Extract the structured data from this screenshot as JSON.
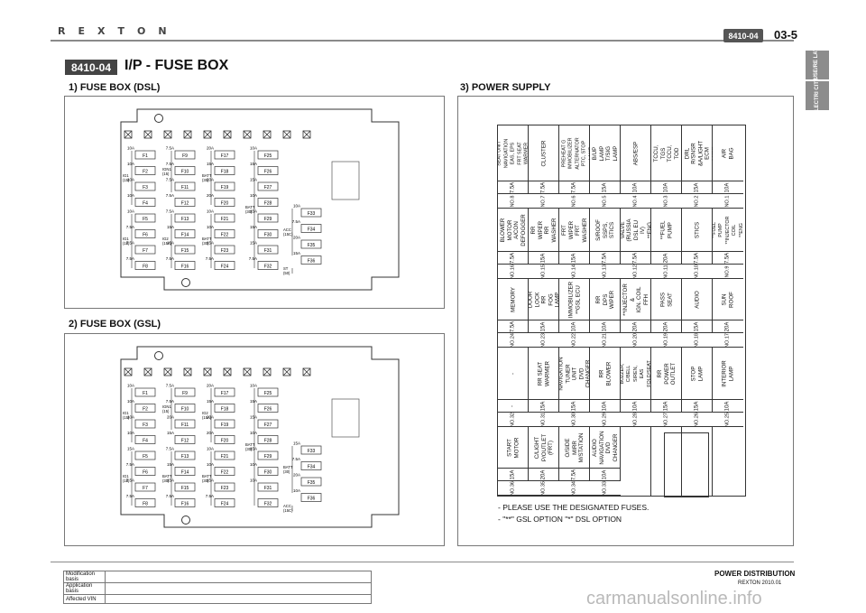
{
  "header": {
    "logo": "REXTON",
    "code_badge": "8410-04",
    "page_number": "03-5"
  },
  "side_tabs": [
    {
      "label": "FUSE/RE LAY"
    },
    {
      "label": "ELECTRI CITY"
    }
  ],
  "section": {
    "badge": "8410-04",
    "title": "I/P - FUSE BOX"
  },
  "fuse_box_dsl": {
    "heading": "1) FUSE BOX (DSL)",
    "col1": [
      [
        "10A",
        "F1"
      ],
      [
        "10A",
        "F2"
      ],
      [
        "10A",
        "F3"
      ],
      [
        "10A",
        "F4"
      ],
      [
        "10A",
        "F5"
      ],
      [
        "7.5A",
        "F6"
      ],
      [
        "7.5A",
        "F7"
      ],
      [
        "7.5A",
        "F8"
      ]
    ],
    "col2": [
      [
        "7.5A",
        "F9"
      ],
      [
        "7.5A",
        "F10"
      ],
      [
        "7.5A",
        "F11"
      ],
      [
        "7.5A",
        "F12"
      ],
      [
        "7.5A",
        "F13"
      ],
      [
        "15A",
        "F14"
      ],
      [
        "15A",
        "F15"
      ],
      [
        "7.5A",
        "F16"
      ]
    ],
    "col3": [
      [
        "20A",
        "F17"
      ],
      [
        "15A",
        "F18"
      ],
      [
        "20A",
        "F19"
      ],
      [
        "20A",
        "F20"
      ],
      [
        "10A",
        "F21"
      ],
      [
        "10A",
        "F22"
      ],
      [
        "15A",
        "F23"
      ],
      [
        "7.5A",
        "F24"
      ]
    ],
    "col4": [
      [
        "10A",
        "F25"
      ],
      [
        "15A",
        "F26"
      ],
      [
        "15A",
        "F27"
      ],
      [
        "10A",
        "F28"
      ],
      [
        "15A",
        "F29"
      ],
      [
        "15A",
        "F30"
      ],
      [
        "15A",
        "F31"
      ],
      [
        "7.5A",
        "F32"
      ]
    ],
    "col5": [
      [
        "10A",
        "F33"
      ],
      [
        "7.5A",
        "F34"
      ],
      [
        "20A",
        "F35"
      ],
      [
        "15A",
        "F36"
      ]
    ],
    "groups": [
      "IG1 (15)",
      "IG1 (15)",
      "IGN1 (15)",
      "IG2 (15A)",
      "BATT (30)",
      "BATT (30)",
      "BATT (30)",
      "ACC (15C)",
      "ST (50)"
    ]
  },
  "fuse_box_gsl": {
    "heading": "2) FUSE BOX (GSL)",
    "col1": [
      [
        "10A",
        "F1"
      ],
      [
        "10A",
        "F2"
      ],
      [
        "10A",
        "F3"
      ],
      [
        "10A",
        "F4"
      ],
      [
        "15A",
        "F5"
      ],
      [
        "7.5A",
        "F6"
      ],
      [
        "7.5A",
        "F7"
      ],
      [
        "7.5A",
        "F8"
      ]
    ],
    "col2": [
      [
        "7.5A",
        "F9"
      ],
      [
        "7.5A",
        "F10"
      ],
      [
        "20A",
        "F11"
      ],
      [
        "15A",
        "F12"
      ],
      [
        "7.5A",
        "F13"
      ],
      [
        "15A",
        "F14"
      ],
      [
        "15A",
        "F15"
      ],
      [
        "7.5A",
        "F16"
      ]
    ],
    "col3": [
      [
        "20A",
        "F17"
      ],
      [
        "15A",
        "F18"
      ],
      [
        "20A",
        "F19"
      ],
      [
        "20A",
        "F20"
      ],
      [
        "10A",
        "F21"
      ],
      [
        "10A",
        "F22"
      ],
      [
        "15A",
        "F23"
      ],
      [
        "7.5A",
        "F24"
      ]
    ],
    "col4": [
      [
        "10A",
        "F25"
      ],
      [
        "15A",
        "F26"
      ],
      [
        "15A",
        "F27"
      ],
      [
        "10A",
        "F28"
      ],
      [
        "15A",
        "F29"
      ],
      [
        "10A",
        "F30"
      ],
      [
        "10A",
        "F31"
      ],
      [
        "",
        "F32"
      ]
    ],
    "col5": [
      [
        "15A",
        "F33"
      ],
      [
        "7.5A",
        "F34"
      ],
      [
        "20A",
        "F35"
      ],
      [
        "10A",
        "F36"
      ]
    ],
    "groups": [
      "IG1 (15)",
      "IG1 (15)",
      "IGN1 (15)",
      "BATT (30)",
      "IG2 (15A)",
      "BATT (30)",
      "BATT (30)",
      "BATT (30)",
      "ACC (15C)",
      "ST (50)"
    ]
  },
  "power_supply": {
    "heading": "3) POWER SUPPLY",
    "columns": [
      [
        {
          "code": "NO.8",
          "amp": "7.5A",
          "load": "SEAT UNIT\nNAVIGATION\nEAS, EPS\nFRT SEAT WARMER"
        },
        {
          "code": "NO.16",
          "amp": "7.5A",
          "load": "BLOWER MOTOR\nA/CON\nDEFOGGER"
        },
        {
          "code": "NO.24",
          "amp": "7.5A",
          "load": "MEMORY"
        },
        {
          "code": "NO.32",
          "amp": "-",
          "load": "-"
        },
        {
          "code": "NO.36",
          "amp": "15A",
          "load": "START MOTOR"
        }
      ],
      [
        {
          "code": "NO.7",
          "amp": "7.5A",
          "load": "CLUSTER"
        },
        {
          "code": "NO.15",
          "amp": "15A",
          "load": "RR WIPER\nRR WASHER"
        },
        {
          "code": "NO.23",
          "amp": "15A",
          "load": "DOOR LOCK\nRR FOG LAMP"
        },
        {
          "code": "NO.31",
          "amp": "15A",
          "load": "RR SEAT WARMER"
        },
        {
          "code": "NO.35",
          "amp": "20A",
          "load": "C/LIGHT\nP/OUTLET (FRT)"
        }
      ],
      [
        {
          "code": "NO.6",
          "amp": "7.5A",
          "load": "ENG PREHEAT G\nIMMOBILIZER\nALTERNATOR\nPTC, STOP LAMP"
        },
        {
          "code": "NO.14",
          "amp": "15A",
          "load": "FRT WIPER\nFRT WASHER"
        },
        {
          "code": "NO.22",
          "amp": "10A",
          "load": "IMMOBILIZER\n**GSL ECU"
        },
        {
          "code": "NO.30",
          "amp": "15A",
          "load": "NAVIGATION\nTUNER UNIT\nDVD CHANGER"
        },
        {
          "code": "NO.34",
          "amp": "7.5A",
          "load": "O/SIDE MIRR\nM/STATION"
        }
      ],
      [
        {
          "code": "NO.5",
          "amp": "15A",
          "load": "B/UP LAMP\nT/SIG LAMP"
        },
        {
          "code": "NO.13",
          "amp": "7.5A",
          "load": "S/ROOF\nSSPS, STICS"
        },
        {
          "code": "NO.21",
          "amp": "10A",
          "load": "RR DPS WIPER"
        },
        {
          "code": "NO.29",
          "amp": "10A",
          "load": "RR BLOWER"
        },
        {
          "code": "NO.33",
          "amp": "10A",
          "load": "AUDIO\nNAVIGATION\nDVD CHANGER"
        }
      ],
      [
        {
          "code": "NO.4",
          "amp": "10A",
          "load": "ABS/ESP"
        },
        {
          "code": "NO.12",
          "amp": "7.5A",
          "load": "*HEATING VALVE\n(RUSSIA DSL EU IV)\n**ENG SENSOR"
        },
        {
          "code": "NO.20",
          "amp": "20A",
          "load": "**INJECTOR &\nIGN. COIL\nFFH"
        },
        {
          "code": "NO.28",
          "amp": "10A",
          "load": "DIAGNOSIS\nBUZZER, C/BELL\nSIREN, EAS\nFOLD/SEAT UNIT"
        },
        {
          "code": "",
          "amp": "",
          "load": ""
        }
      ],
      [
        {
          "code": "NO.3",
          "amp": "10A",
          "load": "TCCU, TGS\nTCCU, TOD"
        },
        {
          "code": "NO.11",
          "amp": "20A",
          "load": "**FUEL PUMP"
        },
        {
          "code": "NO.19",
          "amp": "20A",
          "load": "PASS SEAT"
        },
        {
          "code": "NO.27",
          "amp": "15A",
          "load": "RR POWER\nOUTLET"
        },
        {
          "code": "",
          "amp": "",
          "load": ""
        }
      ],
      [
        {
          "code": "NO.2",
          "amp": "15A",
          "load": "H/LAMP DRL\nR/SNSR &A/LIGHT\nECM MIRR"
        },
        {
          "code": "NO.10",
          "amp": "7.5A",
          "load": "STICS"
        },
        {
          "code": "NO.18",
          "amp": "15A",
          "load": "AUDIO"
        },
        {
          "code": "NO.26",
          "amp": "15A",
          "load": "STOP LAMP"
        },
        {
          "code": "",
          "amp": "",
          "load": ""
        }
      ],
      [
        {
          "code": "NO.1",
          "amp": "10A",
          "load": "AIR BAG"
        },
        {
          "code": "NO.9",
          "amp": "7.5A",
          "load": "ENG ECU\n**FUEL PUMP\n**INJECTOR COIL\n**ENG SENSOR"
        },
        {
          "code": "NO.17",
          "amp": "20A",
          "load": "SUN ROOF"
        },
        {
          "code": "NO.25",
          "amp": "10A",
          "load": "INTERIOR\nLAMP"
        },
        {
          "code": "",
          "amp": "",
          "load": ""
        }
      ]
    ],
    "notes": [
      "- PLEASE USE THE DESIGNATED FUSES.",
      "- \"**\" GSL OPTION  \"*\" DSL OPTION"
    ]
  },
  "footer": {
    "table_rows": [
      "Modification basis",
      "Application basis",
      "Affected VIN"
    ],
    "title": "POWER DISTRIBUTION",
    "subtitle": "REXTON 2010.01",
    "watermark": "carmanualsonline.info"
  }
}
